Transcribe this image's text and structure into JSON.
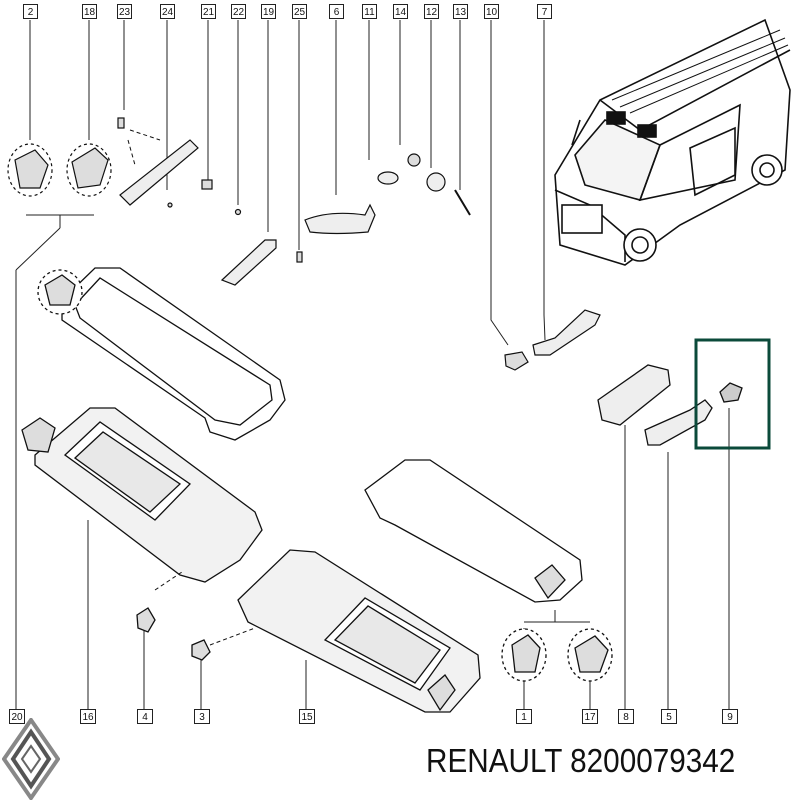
{
  "callouts_top": [
    "2",
    "18",
    "23",
    "24",
    "21",
    "22",
    "19",
    "25",
    "6",
    "11",
    "14",
    "12",
    "13",
    "10",
    "7"
  ],
  "callouts_bottom": [
    "20",
    "16",
    "4",
    "3",
    "15",
    "1",
    "17",
    "8",
    "5",
    "9"
  ],
  "brand": "RENAULT",
  "part_number": "8200079342",
  "highlight_color": "#0b4a3a"
}
